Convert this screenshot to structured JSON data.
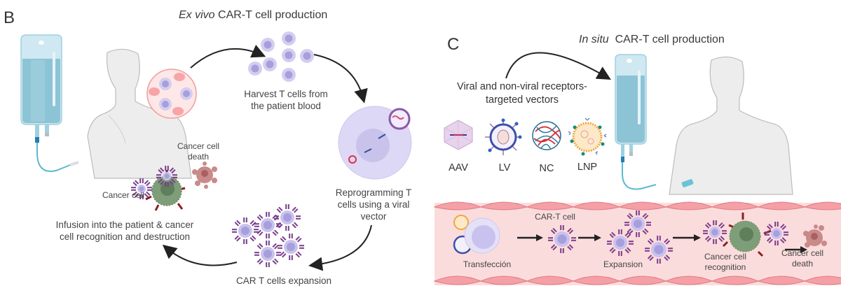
{
  "panel_b": {
    "letter": "B",
    "title_italic": "Ex vivo",
    "title_rest": " CAR-T cell production",
    "steps": {
      "harvest": "Harvest T cells from the patient blood",
      "reprogram": "Reprogramming T cells using a viral vector",
      "expansion": "CAR T cells expansion",
      "infusion": "Infusion into the patient & cancer cell recognition and destruction"
    },
    "labels": {
      "cancer_cell": "Cancer cell",
      "cancer_cell_death": "Cancer cell death"
    }
  },
  "panel_c": {
    "letter": "C",
    "title_italic": "In situ",
    "title_rest": "  CAR-T cell production",
    "vectors_heading": "Viral and non-viral receptors-targeted vectors",
    "vectors": [
      {
        "abbr": "AAV",
        "icon": "aav-capsid-icon"
      },
      {
        "abbr": "LV",
        "icon": "lentivirus-icon"
      },
      {
        "abbr": "NC",
        "icon": "nanocarrier-icon"
      },
      {
        "abbr": "LNP",
        "icon": "lipid-nanoparticle-icon"
      }
    ],
    "vessel_steps": {
      "transfection": "Transfección",
      "car_t_cell": "CAR-T cell",
      "expansion": "Expansion",
      "recognition": "Cancer cell recognition",
      "death": "Cancer cell death"
    }
  },
  "colors": {
    "tcell": "#c9c2ee",
    "tcell_core": "#a79fdc",
    "receptor": "#7a3d8c",
    "cancer": "#7d9e78",
    "cancer_spike": "#8b2020",
    "dead_cell": "#c98a8a",
    "vessel_bg": "#fbdcdc",
    "vessel_wall": "#f4a0a6",
    "iv_bag": "#8fc7d8",
    "body": "#ededed"
  }
}
